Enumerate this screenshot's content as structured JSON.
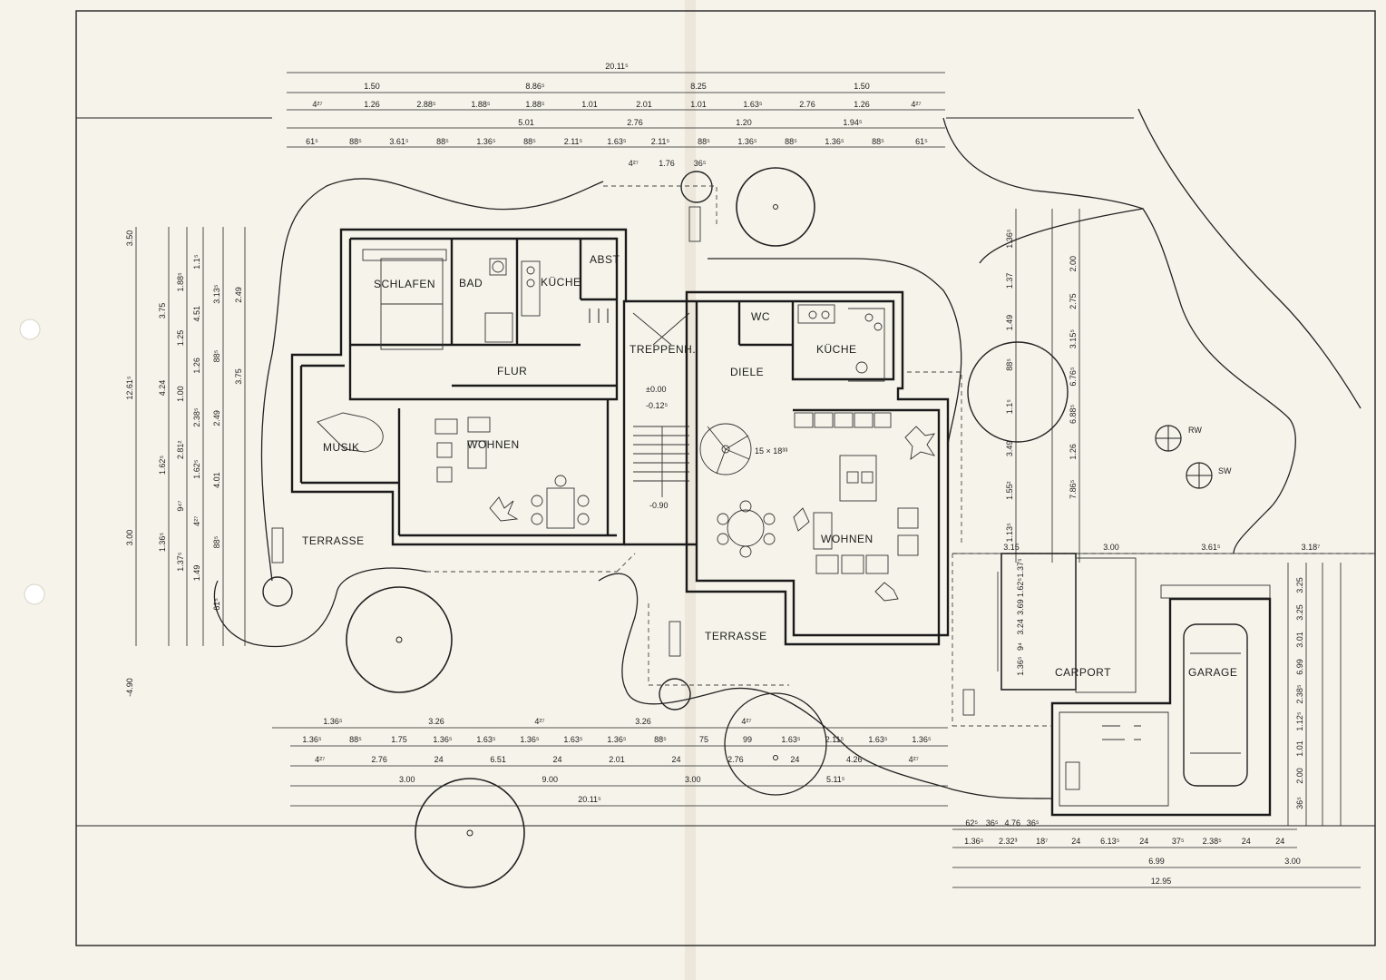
{
  "rooms": {
    "schlafen": "SCHLAFEN",
    "bad": "BAD",
    "kueche_left": "KÜCHE",
    "abst": "ABST",
    "flur": "FLUR",
    "treppenh": "TREPPENH.",
    "diele": "DIELE",
    "wc": "WC",
    "kueche_right": "KÜCHE",
    "musik": "MUSIK",
    "wohnen_left": "WOHNEN",
    "wohnen_right": "WOHNEN",
    "terrasse_left": "TERRASSE",
    "terrasse_right": "TERRASSE",
    "carport": "CARPORT",
    "garage": "GARAGE",
    "rw": "RW",
    "sw": "SW"
  },
  "stair": {
    "level_zero": "±0.00",
    "level_minus": "-0.12⁵",
    "level_lower": "-0.90",
    "steps": "15 × 18³³"
  },
  "dimensions": {
    "top_total": "20.11⁵",
    "top_row2": [
      "1.50",
      "8.86⁵",
      "8.25",
      "1.50"
    ],
    "top_row3": [
      "4²⁷",
      "1.26",
      "2.88⁵",
      "1.88⁵",
      "1.88⁵",
      "1.01",
      "2.01",
      "1.01",
      "1.63⁵",
      "2.76",
      "1.26",
      "4²⁷"
    ],
    "top_row4": [
      "5.01",
      "2.76",
      "1.20",
      "1.94⁵"
    ],
    "top_row5": [
      "61⁵",
      "88⁵",
      "3.61⁵",
      "88⁵",
      "1.36⁵",
      "88⁵",
      "2.11⁵",
      "1.63⁵",
      "2.11⁵",
      "88⁵",
      "1.36⁵",
      "88⁵",
      "1.36⁵",
      "88⁵",
      "61⁵"
    ],
    "top_small": [
      "4²⁷",
      "1.76",
      "36⁵"
    ],
    "bottom_row1": [
      "1.36⁵",
      "3.26",
      "4²⁷",
      "3.26",
      "4²⁷"
    ],
    "bottom_row2": [
      "1.36⁵",
      "88⁵",
      "1.75",
      "1.36⁵",
      "1.63⁵",
      "1.36⁵",
      "1.63⁵",
      "1.36⁵",
      "88⁵",
      "75",
      "99",
      "1.63⁵",
      "2.11⁵",
      "1.63⁵",
      "1.36⁵"
    ],
    "bottom_row3": [
      "4²⁷",
      "2.76",
      "24",
      "6.51",
      "24",
      "2.01",
      "24",
      "2.76",
      "24",
      "4.26",
      "4²⁷"
    ],
    "bottom_row4": [
      "3.00",
      "9.00",
      "3.00",
      "5.11⁵"
    ],
    "bottom_total": "20.11⁵",
    "left_outer": [
      "3.50",
      "12.61⁵",
      "3.00",
      "-4.90"
    ],
    "left_col1": [
      "3.75",
      "4.24",
      "1.62⁵",
      "1.36⁵"
    ],
    "left_col2": [
      "1.88⁵",
      "1.25",
      "1.00",
      "2.81²",
      "9⁴⁷",
      "1.37⁵"
    ],
    "left_col3": [
      "1.1⁵",
      "4.51",
      "1.26",
      "2.38⁵",
      "1.62⁵",
      "4²⁷",
      "1.49"
    ],
    "left_col4": [
      "3.13⁵",
      "88⁵",
      "2.49",
      "4.01",
      "88⁵",
      "61⁵"
    ],
    "left_col5": [
      "2.49",
      "3.75"
    ],
    "right_col1": [
      "1.36⁵",
      "1.37",
      "1.49",
      "88⁵",
      "1.1⁵",
      "3.49",
      "1.55²",
      "1.13⁵"
    ],
    "right_col2": [
      "2.00",
      "2.75",
      "3.15⁵",
      "6.76⁵",
      "6.88⁵",
      "1.26",
      "7.86⁵"
    ],
    "carport_top": [
      "3.15",
      "3.00",
      "3.61⁵",
      "3.18⁷"
    ],
    "garage_right": [
      "3.25",
      "3.25",
      "3.01",
      "6.99",
      "2.38⁵",
      "1.12⁵",
      "1.01",
      "2.00",
      "36⁵"
    ],
    "bottom_right_row1": [
      "62⁵",
      "36⁵",
      "4.76",
      "36⁵"
    ],
    "bottom_right_row2": [
      "1.36⁵",
      "2.32³",
      "18⁷",
      "24",
      "6.13⁵",
      "24",
      "37⁵",
      "2.38⁵",
      "24",
      "24"
    ],
    "bottom_right_row3": [
      "6.99",
      "3.00"
    ],
    "bottom_right_total": "12.95",
    "carport_left": [
      "1.37⁵",
      "1.62⁵",
      "3.69",
      "3.24",
      "9⁴",
      "1.36⁵"
    ]
  }
}
